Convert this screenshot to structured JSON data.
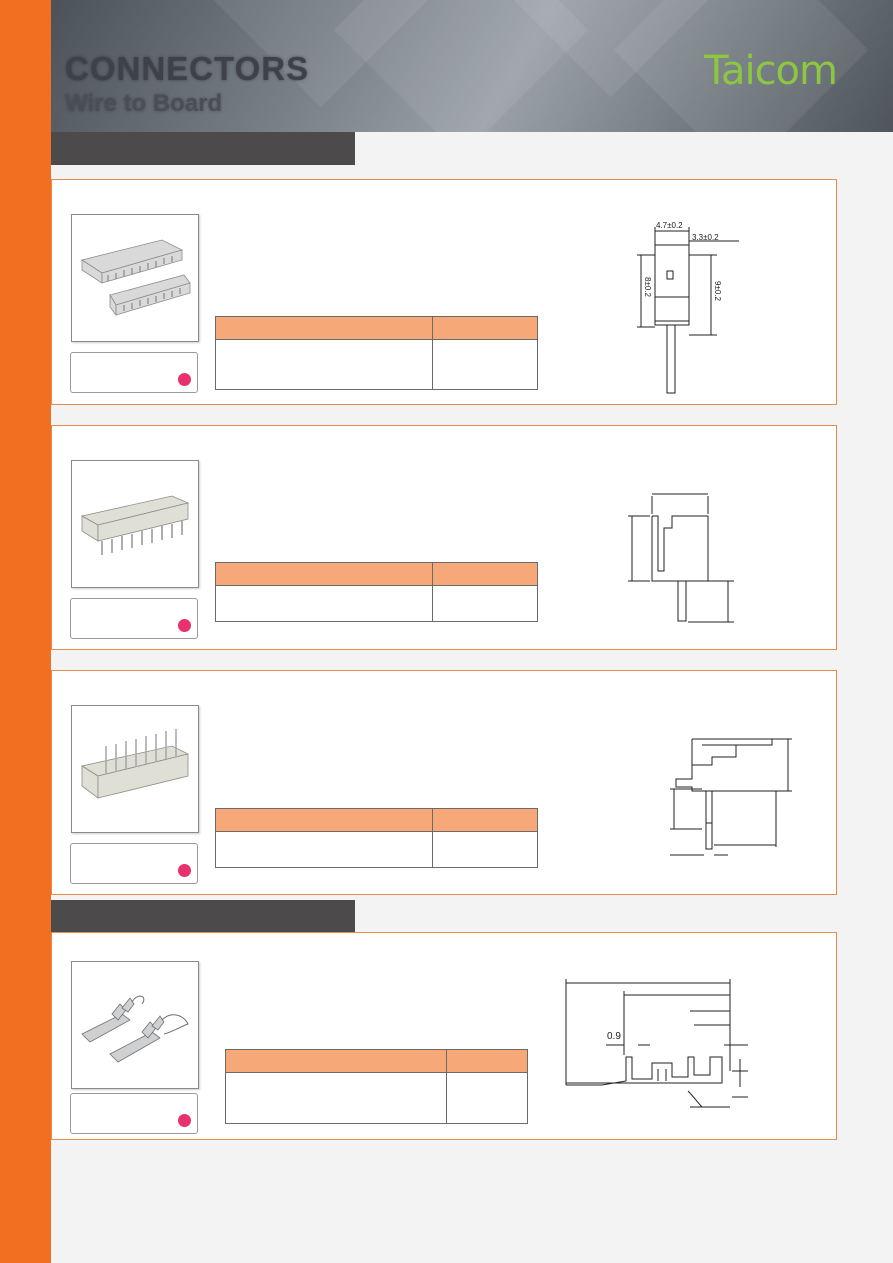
{
  "header": {
    "title": "CONNECTORS",
    "subtitle": "Wire to Board",
    "logo_text": "Taicom"
  },
  "colors": {
    "accent_orange": "#f26f21",
    "table_header": "#f7a878",
    "logo_green": "#8dc63f",
    "status_dot": "#e8326e",
    "section_bar": "#4d4a4b"
  },
  "products": [
    {
      "image_icon": "housing-connector-image",
      "dimensions": [
        "4.7±0.2",
        "3.3±0.2",
        "8±0.2",
        "9±0.2"
      ]
    },
    {
      "image_icon": "straight-header-image"
    },
    {
      "image_icon": "right-angle-header-image"
    },
    {
      "image_icon": "crimp-terminal-image",
      "dimensions": [
        "0.9"
      ]
    }
  ]
}
